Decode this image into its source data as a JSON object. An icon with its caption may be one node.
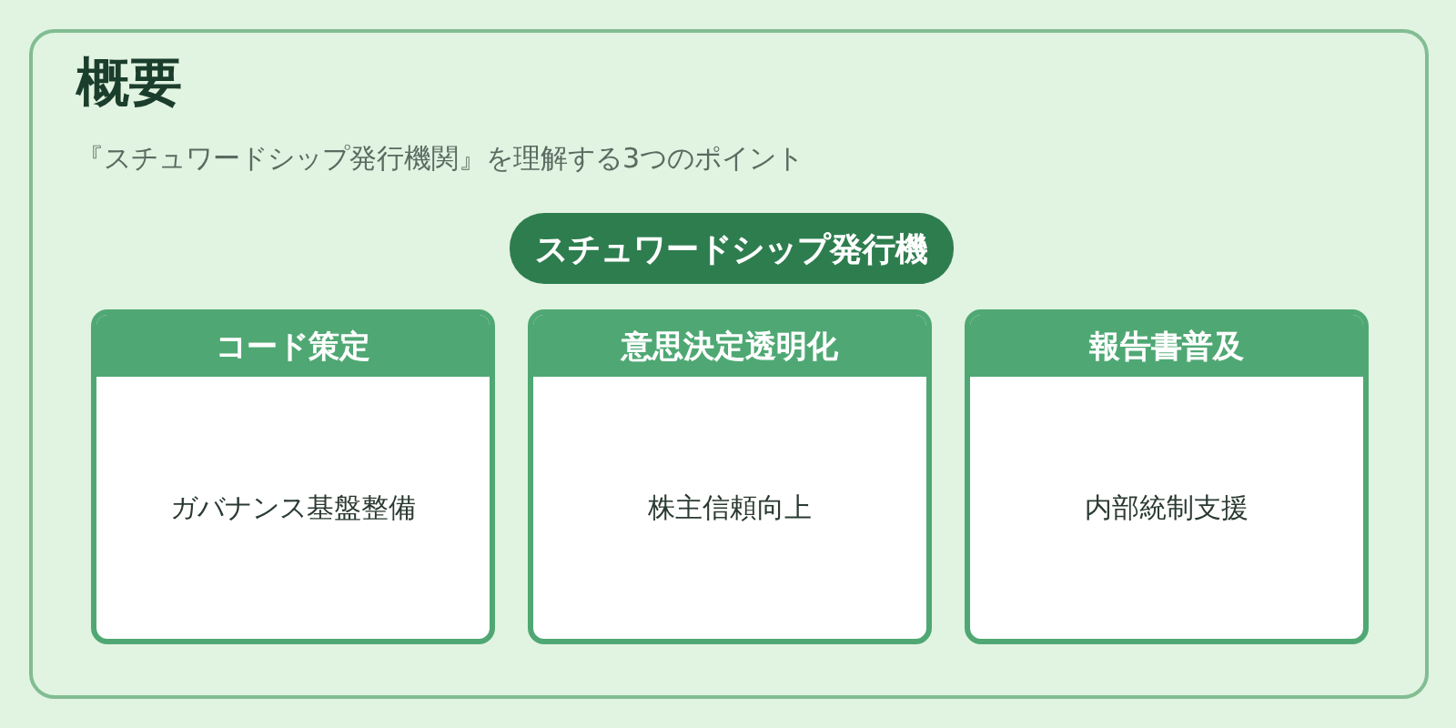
{
  "diagram": {
    "nodes": [
      {
        "text": [
          "概要",
          "『スチュワードシップ発行機関』を理解する3つのポイント"
        ]
      },
      {
        "text": [
          "スチュワードシップ発行機"
        ],
        "in": 0
      },
      {
        "text": [
          "コード策定",
          "ガバナンス基盤整備"
        ],
        "in": 0
      },
      {
        "text": [
          "意思決定透明化",
          "株主信頼向上"
        ],
        "in": 0
      },
      {
        "text": [
          "報告書普及",
          "内部統制支援"
        ],
        "in": 0
      }
    ]
  }
}
